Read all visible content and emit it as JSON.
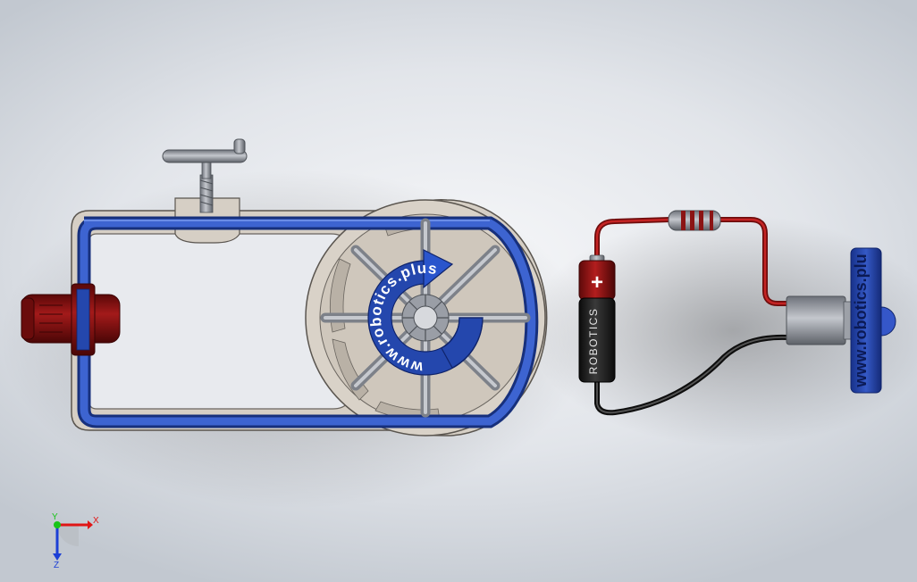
{
  "pump": {
    "label": "www.robotics.plus"
  },
  "battery": {
    "label": "ROBOTICS",
    "plus_symbol": "+"
  },
  "led_motor": {
    "label": "www.robotics.plu"
  },
  "triad": {
    "x_label": "X",
    "y_label": "Y",
    "z_label": "Z"
  },
  "colors": {
    "tube_blue": "#2a4fb5",
    "motor_red": "#7a1010",
    "body_beige": "#d9d2c8",
    "wire_red": "#b01818",
    "wire_black": "#1a1a1a",
    "metal_gray": "#8d9199"
  }
}
